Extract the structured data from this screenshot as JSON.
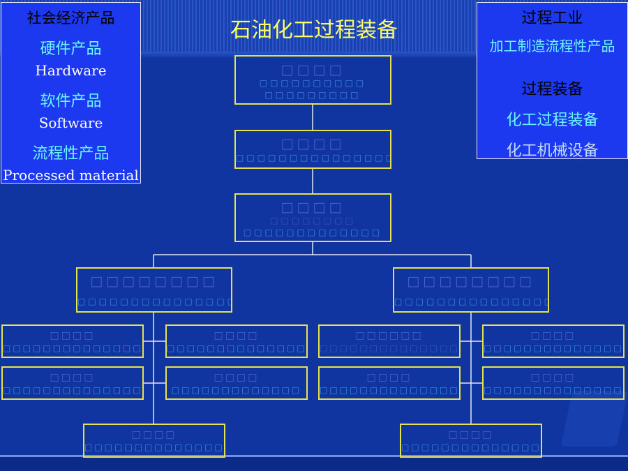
{
  "title": "石油化工过程装备",
  "left_panel": {
    "heading": "社会经济产品",
    "items": [
      {
        "zh": "硬件产品",
        "en": "Hardware"
      },
      {
        "zh": "软件产品",
        "en": "Software"
      },
      {
        "zh": "流程性产品",
        "en": "Processed material"
      }
    ]
  },
  "right_panel": {
    "heading1": "过程工业",
    "sub1": "加工制造流程性产品",
    "heading2": "过程装备",
    "sub2a": "化工过程装备",
    "sub2b": "化工机械设备"
  },
  "diagram": {
    "n1": {
      "title": "□□□□",
      "l1": "□□□□□□□□□□",
      "l2": "□□□□□□□□□"
    },
    "n2": {
      "title": "□□□□",
      "l1": "□□□□□□□□□□□□□□□□□□□"
    },
    "n3": {
      "title": "□□□□",
      "l1": "□□□□□□□□",
      "l2": "□□□□□□□□□□□□□"
    },
    "left_branch": {
      "title": "□□□□□□□□",
      "l1": "□□□□□□□□□□□□□□□□"
    },
    "right_branch": {
      "title": "□□□□□□□□",
      "l1": "□□□□□□□□□□□□□□□□□"
    },
    "l_a": {
      "title": "□□□□",
      "l1": "□□□□□□□□□□□□□□"
    },
    "l_b": {
      "title": "□□□□",
      "l1": "□□□□□□□□□□□□□□□□"
    },
    "l_c": {
      "title": "□□□□",
      "l1": "□□□□□□□□□□□□□□"
    },
    "l_d": {
      "title": "□□□□",
      "l1": "□□□□□□□□□□□□□"
    },
    "l_e": {
      "title": "□□□□",
      "l1": "□□□□□□□□□□□□□□"
    },
    "r_a": {
      "title": "□□□□□□",
      "l1": "□□□□□□□□□□□□□□"
    },
    "r_b": {
      "title": "□□□□",
      "l1": "□□□□□□□□□□□□□□□□"
    },
    "r_c": {
      "title": "□□□□",
      "l1": "□□□□□□□□□□□□□□□□"
    },
    "r_d": {
      "title": "□□□□",
      "l1": "□□□□□□□□□□□□□□"
    },
    "r_e": {
      "title": "□□□□",
      "l1": "□□□□□□□□□□□□□□□□"
    }
  },
  "colors": {
    "background": "#1034a0",
    "panel": "#1c39f0",
    "title": "#ffff66",
    "node_border": "#e6e14c",
    "panel_accent": "#6cf6ff"
  }
}
